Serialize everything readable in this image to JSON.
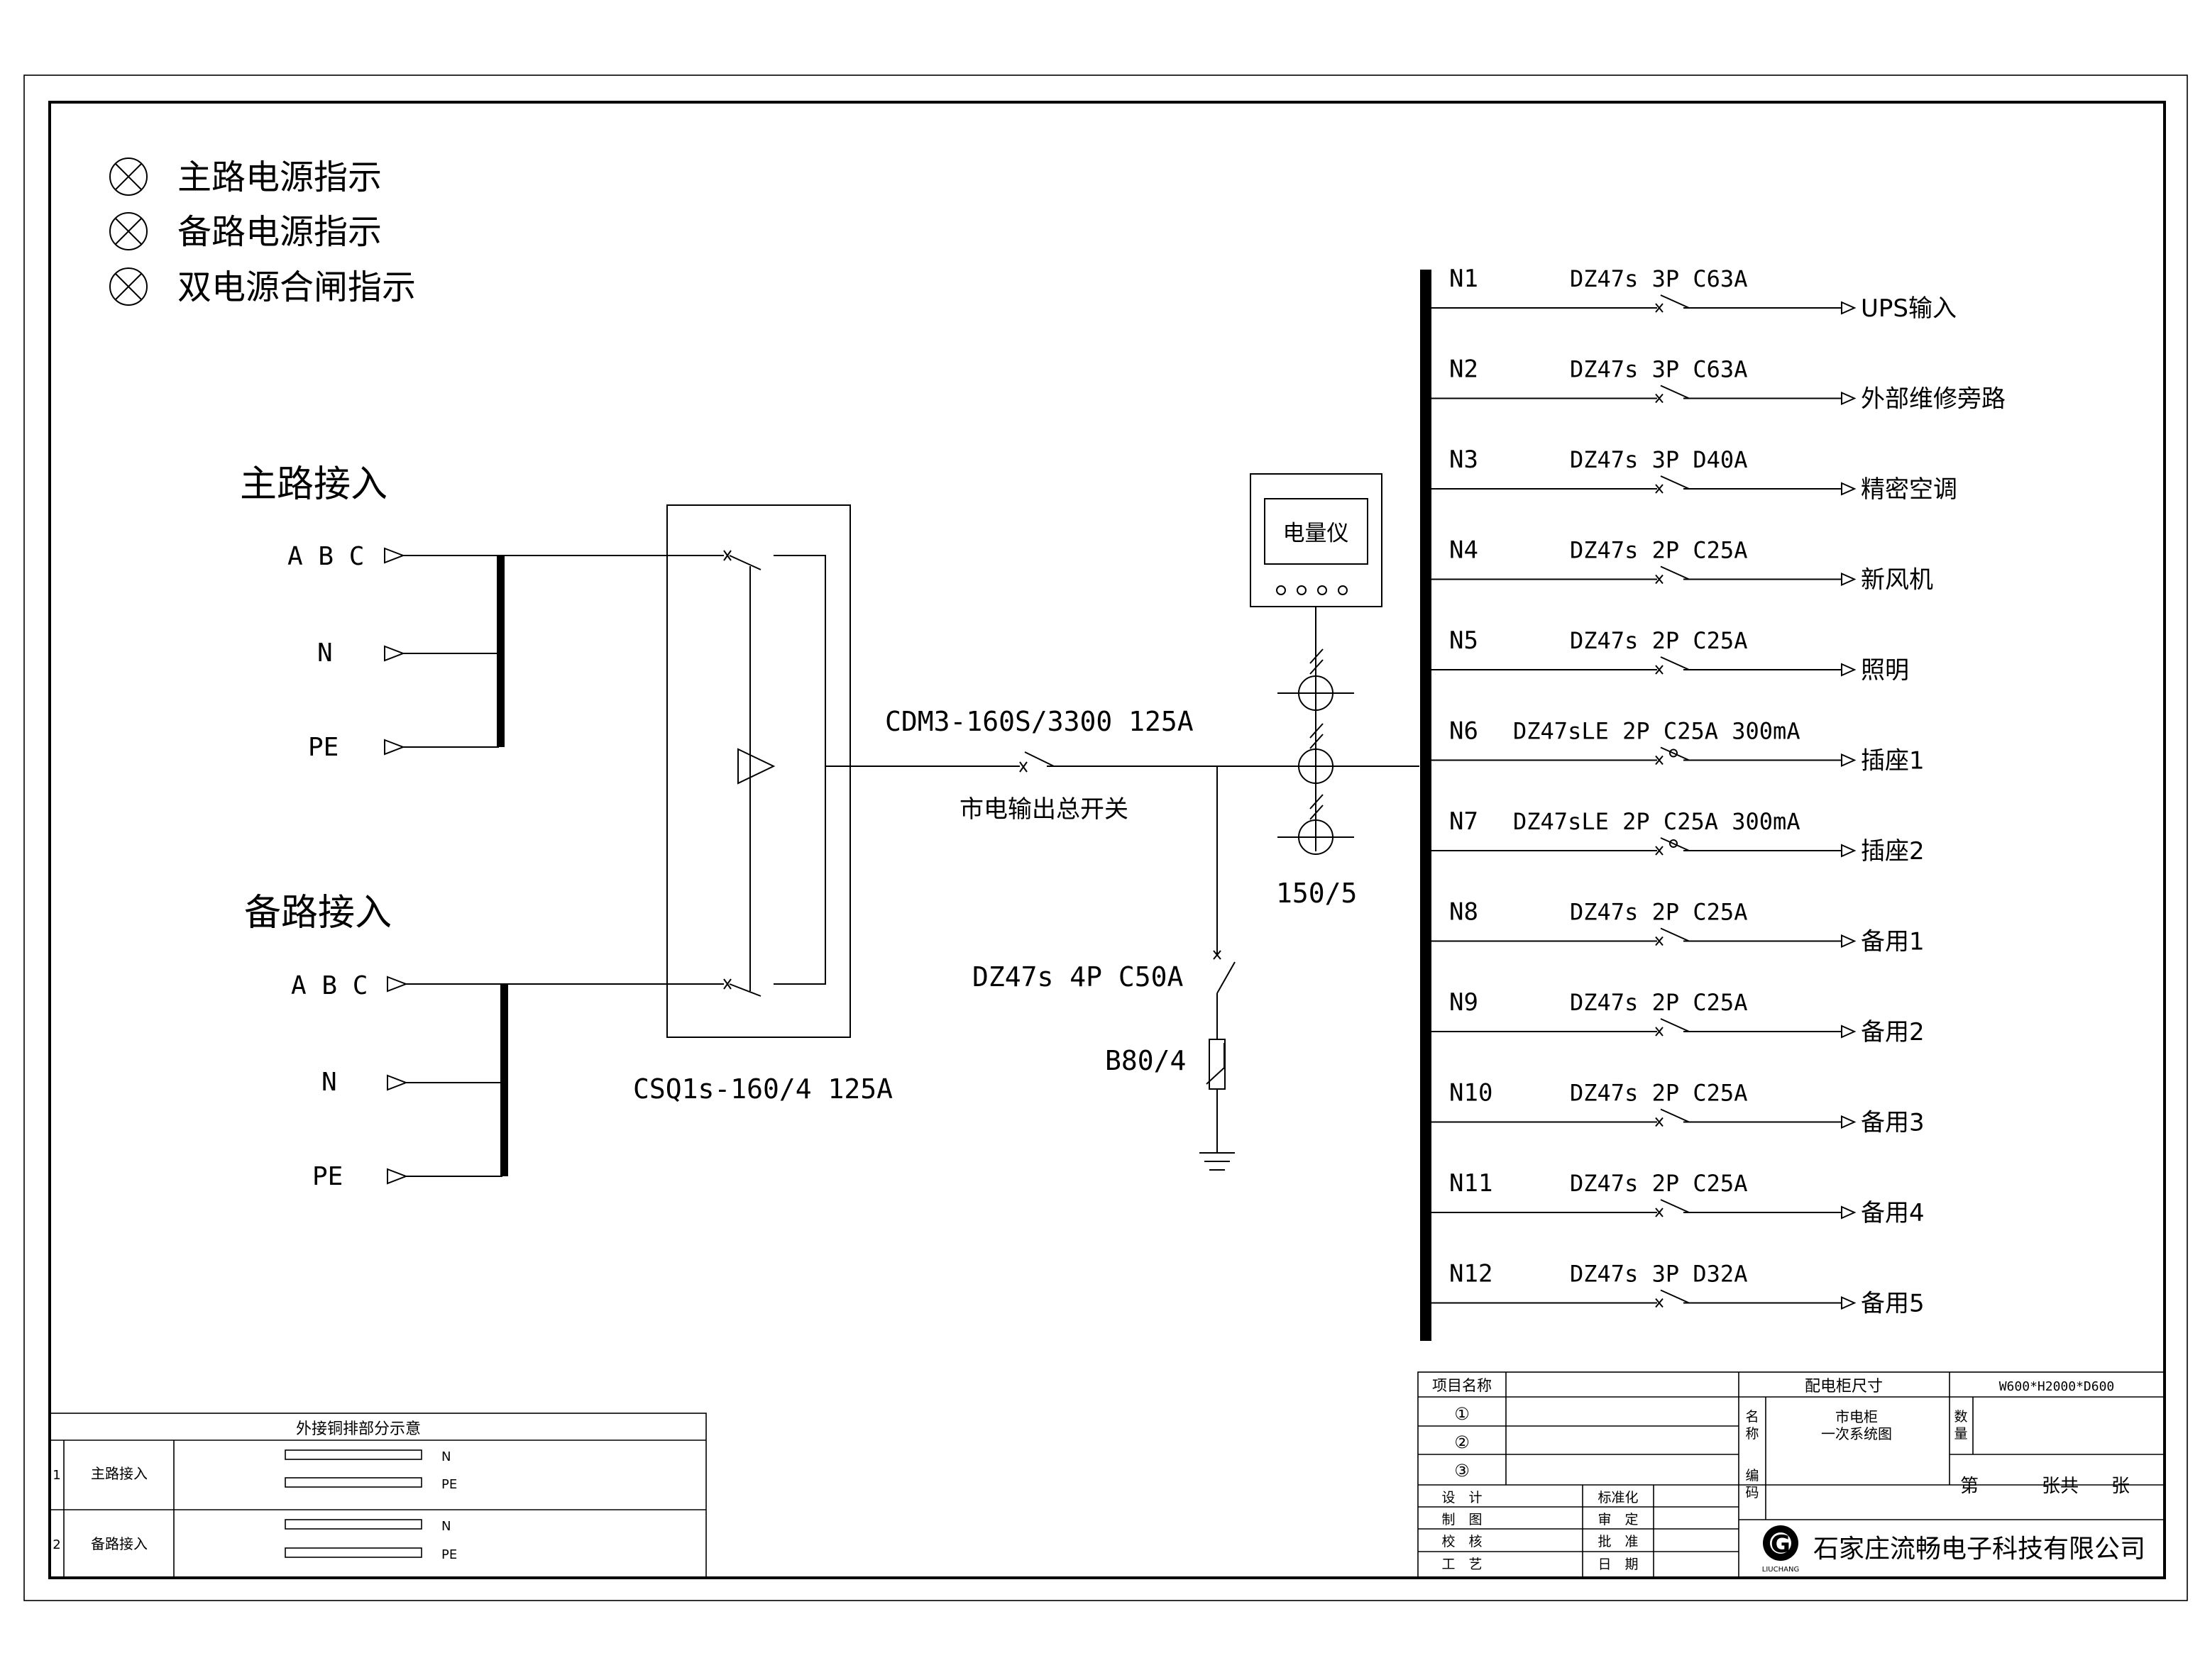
{
  "legend": [
    {
      "label": "主路电源指示"
    },
    {
      "label": "备路电源指示"
    },
    {
      "label": "双电源合闸指示"
    }
  ],
  "main_input": {
    "title": "主路接入",
    "phases": "A B C",
    "neutral": "N",
    "pe": "PE"
  },
  "backup_input": {
    "title": "备路接入",
    "phases": "A B C",
    "neutral": "N",
    "pe": "PE"
  },
  "ats": {
    "model": "CSQ1s-160/4 125A"
  },
  "main_switch": {
    "model": "CDM3-160S/3300 125A",
    "label": "市电输出总开关"
  },
  "spd": {
    "breaker": "DZ47s 4P C50A",
    "arrester": "B80/4"
  },
  "meter": {
    "label": "电量仪",
    "ct_ratio": "150/5"
  },
  "branches": [
    {
      "id": "N1",
      "breaker": "DZ47s 3P C63A",
      "load": "UPS输入"
    },
    {
      "id": "N2",
      "breaker": "DZ47s 3P C63A",
      "load": "外部维修旁路"
    },
    {
      "id": "N3",
      "breaker": "DZ47s 3P D40A",
      "load": "精密空调"
    },
    {
      "id": "N4",
      "breaker": "DZ47s 2P C25A",
      "load": "新风机"
    },
    {
      "id": "N5",
      "breaker": "DZ47s 2P C25A",
      "load": "照明"
    },
    {
      "id": "N6",
      "breaker": "DZ47sLE 2P C25A 300mA",
      "load": "插座1"
    },
    {
      "id": "N7",
      "breaker": "DZ47sLE 2P C25A 300mA",
      "load": "插座2"
    },
    {
      "id": "N8",
      "breaker": "DZ47s 2P C25A",
      "load": "备用1"
    },
    {
      "id": "N9",
      "breaker": "DZ47s 2P C25A",
      "load": "备用2"
    },
    {
      "id": "N10",
      "breaker": "DZ47s 2P C25A",
      "load": "备用3"
    },
    {
      "id": "N11",
      "breaker": "DZ47s 2P C25A",
      "load": "备用4"
    },
    {
      "id": "N12",
      "breaker": "DZ47s 3P D32A",
      "load": "备用5"
    }
  ],
  "busbar_table": {
    "title": "外接铜排部分示意",
    "rows": [
      {
        "no": "1",
        "name": "主路接入",
        "bars": [
          "N",
          "PE"
        ]
      },
      {
        "no": "2",
        "name": "备路接入",
        "bars": [
          "N",
          "PE"
        ]
      }
    ]
  },
  "title_block": {
    "project_name_label": "项目名称",
    "r1": "①",
    "r2": "②",
    "r3": "③",
    "size_label": "配电柜尺寸",
    "size_value": "W600*H2000*D600",
    "name_label_1": "名",
    "name_label_2": "称",
    "name_value_1": "市电柜",
    "name_value_2": "一次系统图",
    "qty_label_1": "数",
    "qty_label_2": "量",
    "code_label_1": "编",
    "code_label_2": "码",
    "sheet_1": "第",
    "sheet_2": "张共",
    "sheet_3": "张",
    "design": "设　计",
    "standard": "标准化",
    "draw": "制　图",
    "review": "审　定",
    "check": "校　核",
    "approve": "批　准",
    "craft": "工　艺",
    "date": "日　期",
    "logo_letter": "G",
    "logo_text": "LIUCHANG",
    "company": "石家庄流畅电子科技有限公司"
  }
}
